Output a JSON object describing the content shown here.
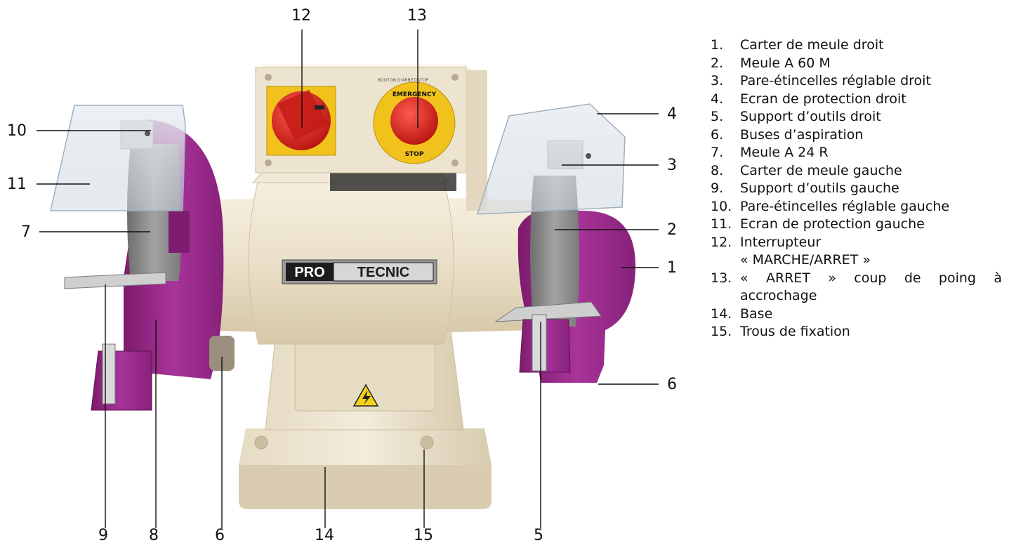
{
  "brand": {
    "logo_left": "PRO",
    "logo_right": "TECNIC",
    "switch_box_label": "BOUTON D'ARRET/STOP",
    "emergency_top": "EMERGENCY",
    "emergency_bottom": "STOP"
  },
  "callouts": {
    "n1": "1",
    "n2": "2",
    "n3": "3",
    "n4": "4",
    "n5": "5",
    "n6_left": "6",
    "n6_right": "6",
    "n7": "7",
    "n8": "8",
    "n9": "9",
    "n10": "10",
    "n11": "11",
    "n12": "12",
    "n13": "13",
    "n14": "14",
    "n15": "15"
  },
  "legend": [
    {
      "num": "1.",
      "text": "Carter de meule droit"
    },
    {
      "num": "2.",
      "text": "Meule A 60 M"
    },
    {
      "num": "3.",
      "text": "Pare-étincelles réglable droit"
    },
    {
      "num": "4.",
      "text": "Ecran de protection droit"
    },
    {
      "num": "5.",
      "text": "Support d’outils droit"
    },
    {
      "num": "6.",
      "text": "Buses d’aspiration"
    },
    {
      "num": "7.",
      "text": "Meule A 24 R"
    },
    {
      "num": "8.",
      "text": "Carter de meule gauche"
    },
    {
      "num": "9.",
      "text": "Support d’outils gauche"
    },
    {
      "num": "10.",
      "text": "Pare-étincelles réglable gauche"
    },
    {
      "num": "11.",
      "text": "Ecran de protection gauche"
    },
    {
      "num": "12.",
      "text": "Interrupteur",
      "text2": "« MARCHE/ARRET »"
    },
    {
      "num": "13.",
      "text": "« ARRET » coup de poing à",
      "text2": "accrochage"
    },
    {
      "num": "14.",
      "text": "Base"
    },
    {
      "num": "15.",
      "text": "Trous de fixation"
    }
  ],
  "colors": {
    "body_cream": "#ece3cf",
    "guard_purple": "#9b2a8a",
    "wheel_grey": "#8c8c8c",
    "switch_yellow": "#f1c21b",
    "knob_red": "#d9201f"
  }
}
